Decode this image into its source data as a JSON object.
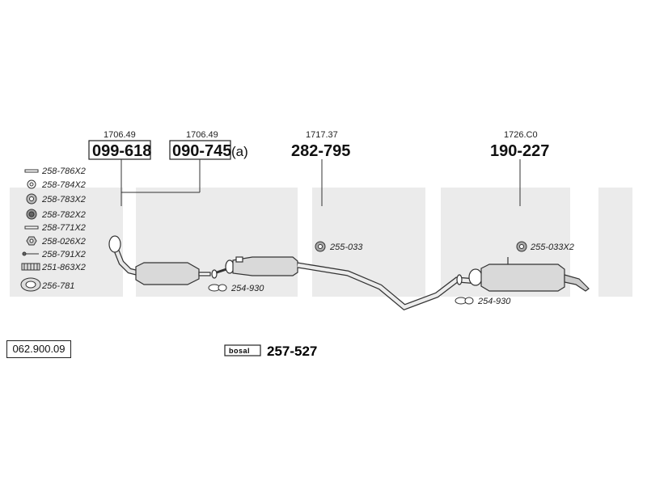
{
  "brand": "bosal",
  "catalog_code": "062.900.09",
  "kit": {
    "number": "257-527",
    "logo_text": "bosal"
  },
  "callouts": [
    {
      "ref": "1706.49",
      "part": "099-618",
      "suffix": ""
    },
    {
      "ref": "1706.49",
      "part": "090-745",
      "suffix": "(a)"
    },
    {
      "ref": "1717.37",
      "part": "282-795",
      "suffix": ""
    },
    {
      "ref": "1726.C0",
      "part": "190-227",
      "suffix": ""
    }
  ],
  "accessories": [
    {
      "label": "258-786X2",
      "icon": "bolt-icon"
    },
    {
      "label": "258-784X2",
      "icon": "washer-icon"
    },
    {
      "label": "258-783X2",
      "icon": "nut-icon"
    },
    {
      "label": "258-782X2",
      "icon": "rubber-ring-icon"
    },
    {
      "label": "258-771X2",
      "icon": "bolt-icon"
    },
    {
      "label": "258-026X2",
      "icon": "hex-nut-icon"
    },
    {
      "label": "258-791X2",
      "icon": "screw-icon"
    },
    {
      "label": "251-863X2",
      "icon": "spring-icon"
    },
    {
      "label": "256-781",
      "icon": "gasket-ring-icon"
    }
  ],
  "parts_annotations": [
    {
      "label": "254-930",
      "icon": "clamp-icon"
    },
    {
      "label": "255-033",
      "icon": "rubber-mount-icon"
    },
    {
      "label": "255-033X2",
      "icon": "rubber-mount-icon"
    },
    {
      "label": "254-930",
      "icon": "clamp-icon"
    }
  ],
  "colors": {
    "watermark": "#ebebeb",
    "line": "#333333",
    "part_fill": "#d9d9d9"
  }
}
